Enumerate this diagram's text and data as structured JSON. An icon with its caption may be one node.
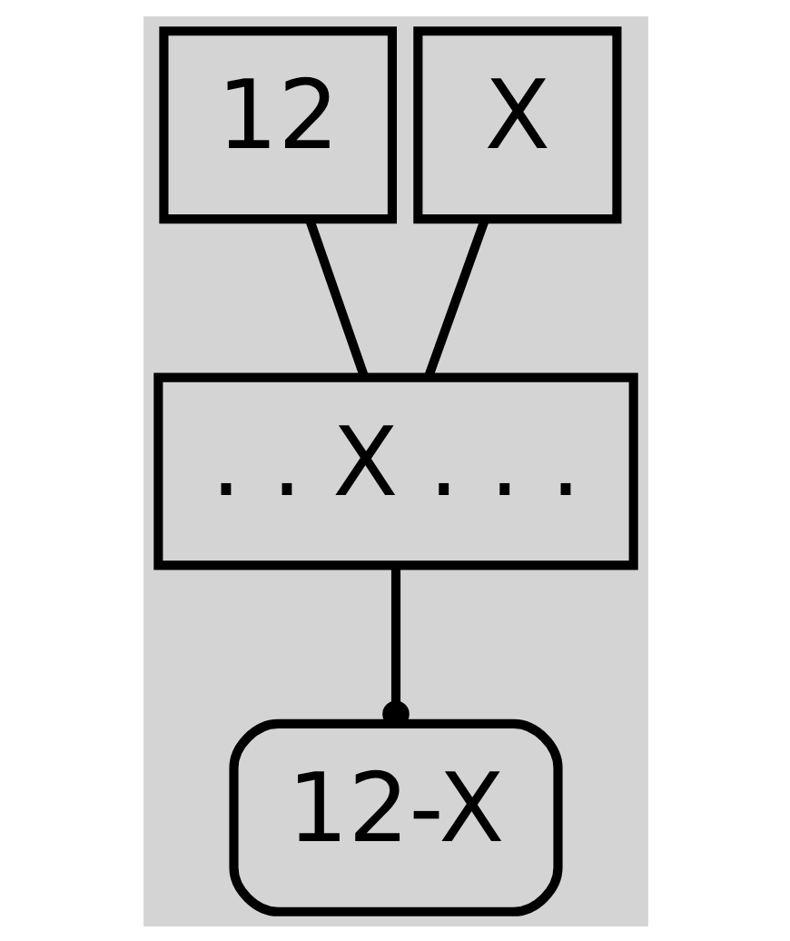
{
  "diagram": {
    "nodes": [
      {
        "text": [
          "12"
        ]
      },
      {
        "text": [
          "X"
        ]
      },
      {
        "text": [
          ". . X . . ."
        ]
      },
      {
        "text": [
          "12-X"
        ]
      }
    ],
    "edges": [
      {
        "from": 0,
        "to": 2,
        "arrow": "none"
      },
      {
        "from": 1,
        "to": 2,
        "arrow": "none"
      },
      {
        "from": 2,
        "to": 3,
        "arrow": "other"
      }
    ]
  }
}
